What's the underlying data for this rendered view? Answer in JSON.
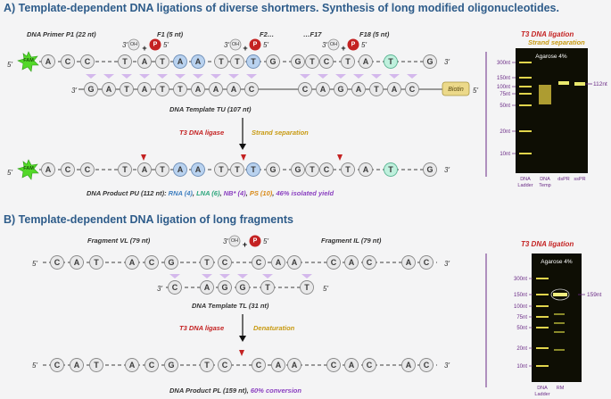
{
  "sectionA": {
    "title": "A) Template-dependent DNA ligations of diverse shortmers. Synthesis of long modified oligonucleotides.",
    "primer_label": "DNA Primer P1 (22 nt)",
    "f1_label": "F1 (5 nt)",
    "f2_label": "F2…",
    "f17_label": "…F17",
    "f18_label": "F18 (5 nt)",
    "template_label": "DNA Template TU (107 nt)",
    "enzyme_label": "T3 DNA ligase",
    "process_label": "Strand separation",
    "product_label": "DNA Product PU  (112 nt): ",
    "product_rna": "RNA (4)",
    "product_lna": "LNA (6)",
    "product_nb": "NB* (4)",
    "product_ps": "PS (10)",
    "product_yield": "46% isolated yield",
    "fam": "FAM",
    "biotin": "Biotin",
    "oh": "OH",
    "p": "P",
    "plus": "+",
    "prime3": "3'",
    "prime5": "5'",
    "top_seq": [
      "A",
      "C",
      "C",
      "T",
      "A",
      "T",
      "A",
      "A",
      "T",
      "T",
      "T",
      "G",
      "G",
      "T",
      "C",
      "T",
      "A",
      "T",
      "G"
    ],
    "template_seq": [
      "G",
      "A",
      "T",
      "A",
      "T",
      "T",
      "A",
      "A",
      "A",
      "C",
      "C",
      "A",
      "G",
      "A",
      "T",
      "A",
      "C"
    ],
    "product_seq": [
      "A",
      "C",
      "C",
      "T",
      "A",
      "T",
      "A",
      "A",
      "T",
      "T",
      "T",
      "G",
      "G",
      "T",
      "C",
      "T",
      "A",
      "T",
      "G"
    ],
    "gel": {
      "title": "T3 DNA ligation",
      "subtitle": "Strand separation",
      "agarose": "Agarose 4%",
      "ticks": [
        "300nt",
        "150nt",
        "100nt",
        "75nt",
        "50nt",
        "20nt",
        "10nt"
      ],
      "band_label": "112nt",
      "lanes": [
        "DNA Ladder",
        "DNA Temp",
        "dsPR",
        "ssPR"
      ]
    }
  },
  "sectionB": {
    "title": "B) Template-dependent DNA ligation of long fragments",
    "fragment_vl": "Fragment VL (79 nt)",
    "fragment_il": "Fragment IL (79 nt)",
    "template_label": "DNA Template TL (31 nt)",
    "enzyme_label": "T3 DNA ligase",
    "process_label": "Denaturation",
    "product_label": "DNA Product PL (159 nt), ",
    "product_conversion": "60% conversion",
    "top_seq": [
      "C",
      "A",
      "T",
      "A",
      "C",
      "G",
      "T",
      "C",
      "C",
      "A",
      "A",
      "C",
      "A",
      "C",
      "A",
      "C"
    ],
    "template_seq": [
      "C",
      "A",
      "G",
      "G",
      "T",
      "T"
    ],
    "product_seq": [
      "C",
      "A",
      "T",
      "A",
      "C",
      "G",
      "T",
      "C",
      "C",
      "A",
      "A",
      "C",
      "A",
      "C",
      "A",
      "C"
    ],
    "gel": {
      "title": "T3 DNA ligation",
      "agarose": "Agarose 4%",
      "ticks": [
        "300nt",
        "150nt",
        "100nt",
        "75nt",
        "50nt",
        "20nt",
        "10nt"
      ],
      "band_label": "159nt",
      "lanes": [
        "DNA Ladder",
        "RM"
      ]
    }
  },
  "colors": {
    "title_blue": "#2e5c8a",
    "red": "#c42222",
    "gold": "#c89a12",
    "purple": "#6a2a86",
    "rna_blue": "#3f7fc0",
    "lna_green": "#2aa57b",
    "nb_purple": "#8a3fc0",
    "ps_orange": "#d98a17",
    "fam_green": "#53d829",
    "arrow_lilac": "#d4b8ec"
  }
}
